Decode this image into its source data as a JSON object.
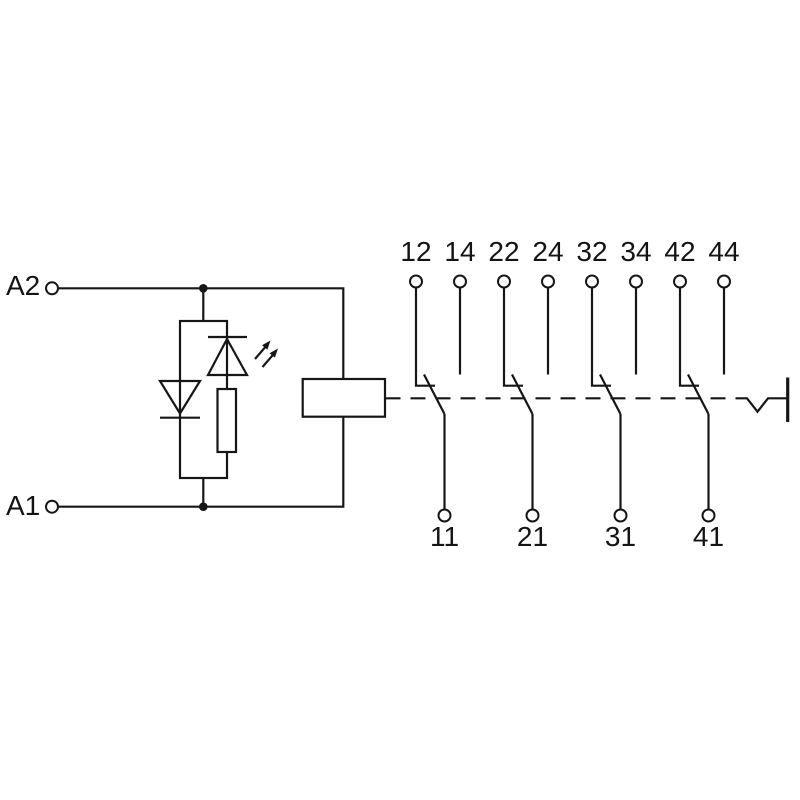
{
  "colors": {
    "background": "#ffffff",
    "line": "#161616",
    "text": "#141414"
  },
  "coil_section": {
    "terminal_a2": "A2",
    "terminal_a1": "A1",
    "icons": [
      "coil-symbol",
      "freewheel-diode-icon",
      "led-indicator-icon",
      "resistor-icon"
    ]
  },
  "contact_section": {
    "top_terminals": [
      "12",
      "14",
      "22",
      "24",
      "32",
      "34",
      "42",
      "44"
    ],
    "bottom_terminals": [
      "11",
      "21",
      "31",
      "41"
    ],
    "icons": [
      "changeover-contact-icon",
      "actuation-dashed-line",
      "mechanical-actuator-v-icon",
      "stop-wall-icon"
    ]
  }
}
